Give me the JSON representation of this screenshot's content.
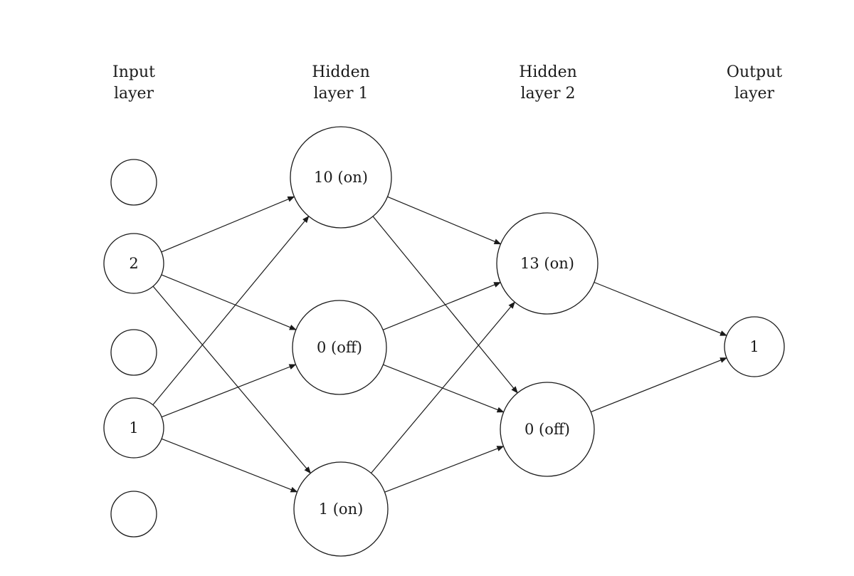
{
  "layers": [
    {
      "id": "input",
      "title_line1": "Input",
      "title_line2": "layer"
    },
    {
      "id": "hidden1",
      "title_line1": "Hidden",
      "title_line2": "layer 1"
    },
    {
      "id": "hidden2",
      "title_line1": "Hidden",
      "title_line2": "layer 2"
    },
    {
      "id": "output",
      "title_line1": "Output",
      "title_line2": "layer"
    }
  ],
  "nodes": [
    {
      "id": "in1",
      "layer": "input",
      "label": ""
    },
    {
      "id": "in2",
      "layer": "input",
      "label": "2"
    },
    {
      "id": "in3",
      "layer": "input",
      "label": ""
    },
    {
      "id": "in4",
      "layer": "input",
      "label": "1"
    },
    {
      "id": "in5",
      "layer": "input",
      "label": ""
    },
    {
      "id": "h1a",
      "layer": "hidden1",
      "label": "10 (on)"
    },
    {
      "id": "h1b",
      "layer": "hidden1",
      "label": "0 (off)"
    },
    {
      "id": "h1c",
      "layer": "hidden1",
      "label": "1 (on)"
    },
    {
      "id": "h2a",
      "layer": "hidden2",
      "label": "13 (on)"
    },
    {
      "id": "h2b",
      "layer": "hidden2",
      "label": "0 (off)"
    },
    {
      "id": "out1",
      "layer": "output",
      "label": "1"
    }
  ],
  "edges": [
    {
      "from": "in2",
      "to": "h1a"
    },
    {
      "from": "in2",
      "to": "h1b"
    },
    {
      "from": "in2",
      "to": "h1c"
    },
    {
      "from": "in4",
      "to": "h1a"
    },
    {
      "from": "in4",
      "to": "h1b"
    },
    {
      "from": "in4",
      "to": "h1c"
    },
    {
      "from": "h1a",
      "to": "h2a"
    },
    {
      "from": "h1a",
      "to": "h2b"
    },
    {
      "from": "h1b",
      "to": "h2a"
    },
    {
      "from": "h1b",
      "to": "h2b"
    },
    {
      "from": "h1c",
      "to": "h2a"
    },
    {
      "from": "h1c",
      "to": "h2b"
    },
    {
      "from": "h2a",
      "to": "out1"
    },
    {
      "from": "h2b",
      "to": "out1"
    }
  ],
  "colors": {
    "stroke": "#1a1a1a",
    "background": "#ffffff"
  }
}
